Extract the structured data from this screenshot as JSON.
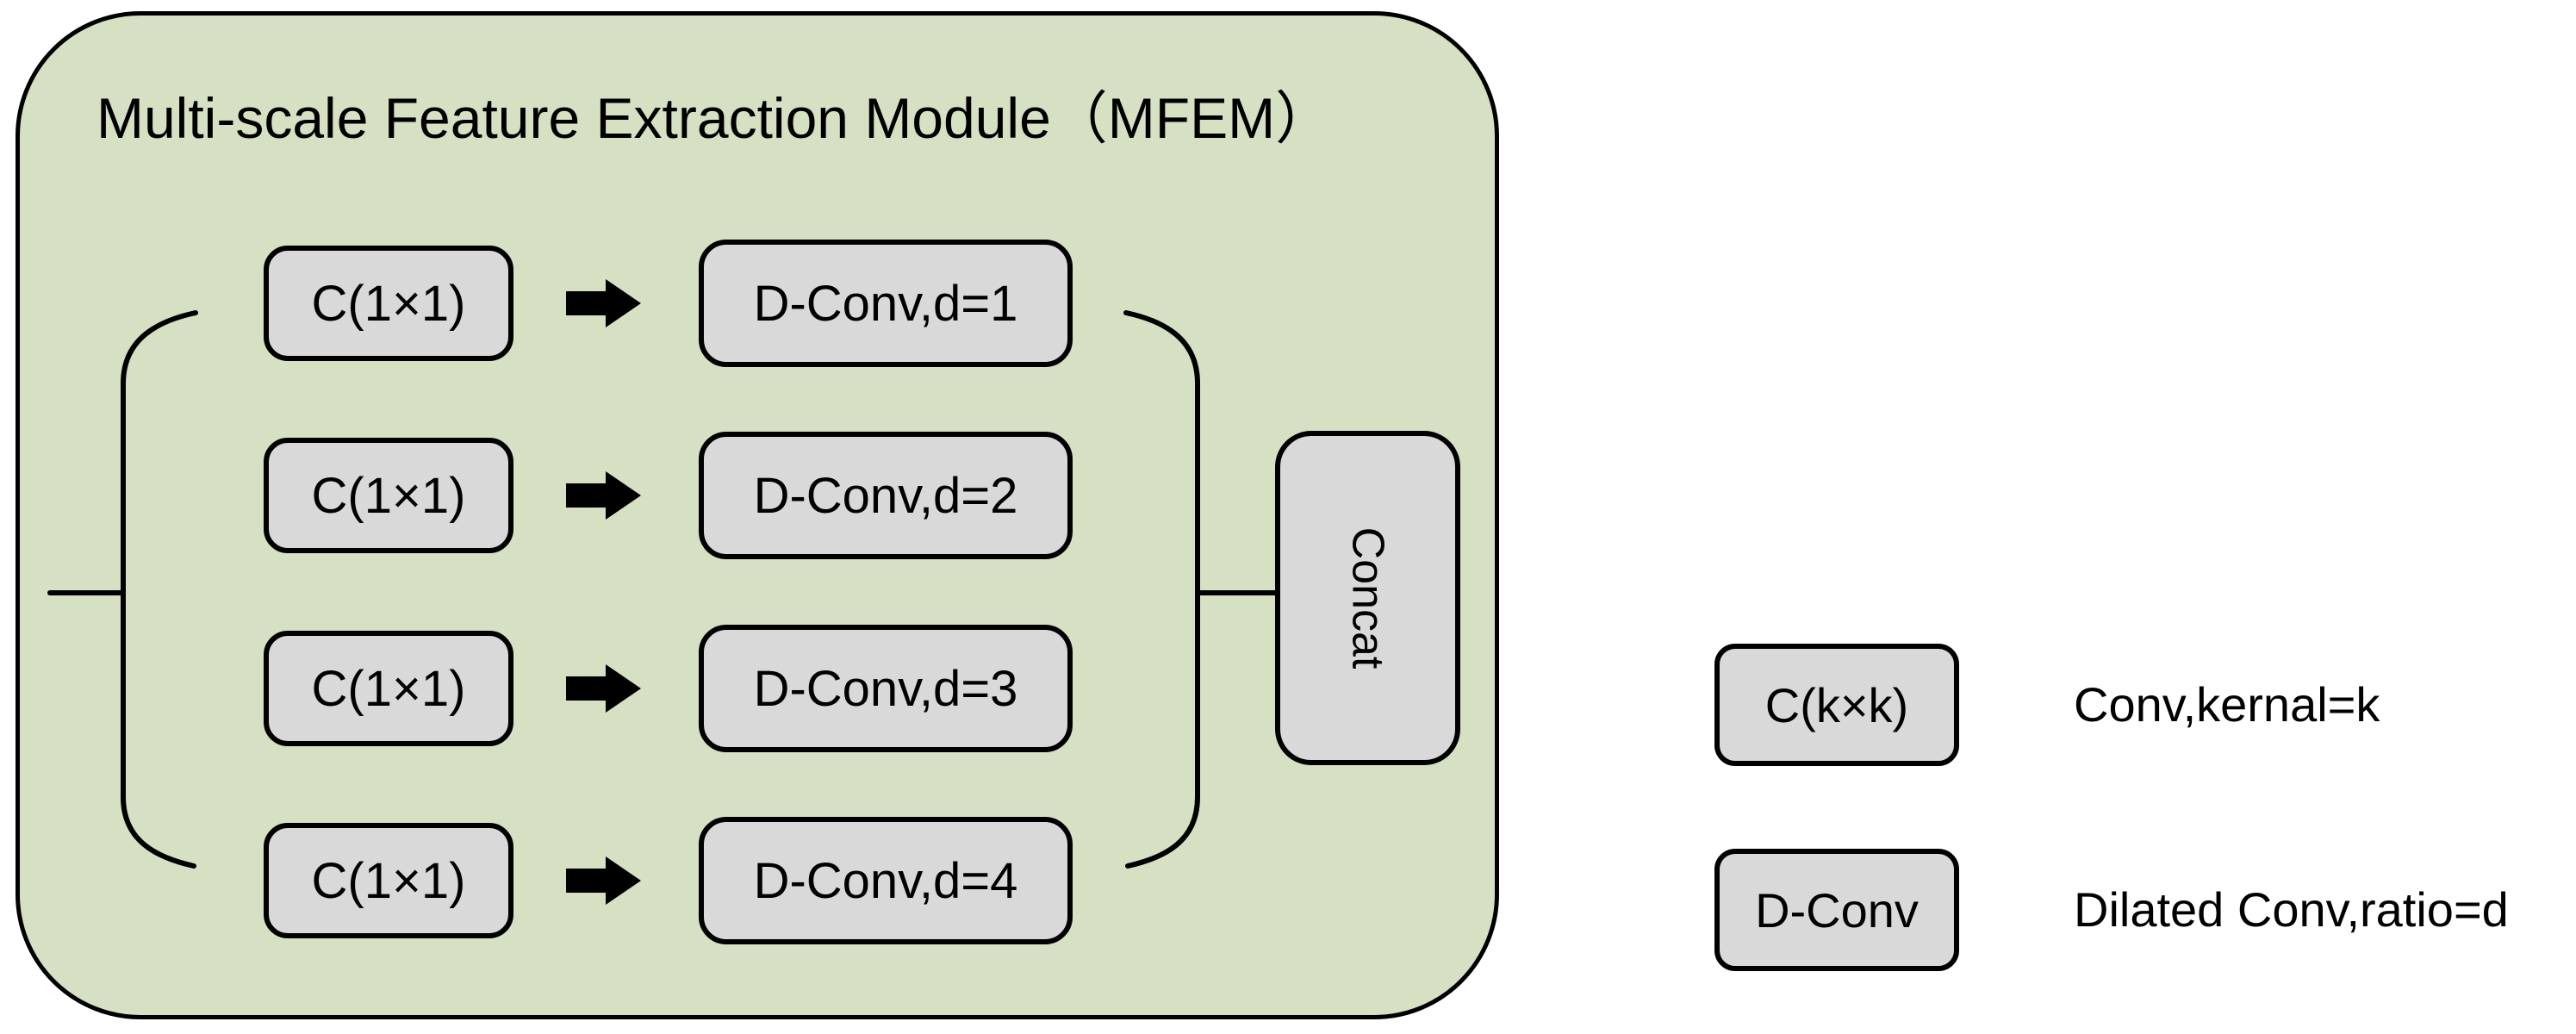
{
  "diagram": {
    "module": {
      "title": "Multi-scale Feature Extraction Module（MFEM）",
      "branches": [
        {
          "conv": "C(1×1)",
          "dconv": "D-Conv,d=1"
        },
        {
          "conv": "C(1×1)",
          "dconv": "D-Conv,d=2"
        },
        {
          "conv": "C(1×1)",
          "dconv": "D-Conv,d=3"
        },
        {
          "conv": "C(1×1)",
          "dconv": "D-Conv,d=4"
        }
      ],
      "concat_label": "Concat"
    },
    "legend": [
      {
        "box": "C(k×k)",
        "description": "Conv,kernal=k"
      },
      {
        "box": "D-Conv",
        "description": "Dilated Conv,ratio=d"
      }
    ],
    "colors": {
      "module_fill": "#d6e0c2",
      "node_fill": "#d9d9d9",
      "stroke": "#000000",
      "background": "#ffffff"
    }
  }
}
